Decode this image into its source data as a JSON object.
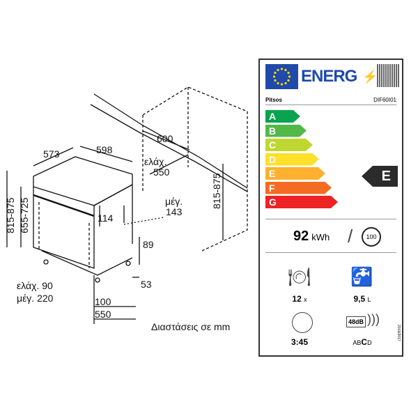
{
  "drawing": {
    "dims": {
      "depth_573": "573",
      "width_598": "598",
      "niche_600": "600",
      "min_label": "ελάχ.",
      "niche_min_550": "550",
      "niche_height": "815-875",
      "max_label": "μέγ.",
      "max_143": "143",
      "panel_114": "114",
      "kick_89": "89",
      "kick_53": "53",
      "depth_100": "100",
      "depth_550": "550",
      "left_height_outer": "815-875",
      "left_height_inner": "655-725",
      "plinth_min": "ελάχ. 90",
      "plinth_max": "μέγ. 220"
    },
    "caption": "Διαστάσεις σε mm"
  },
  "energy_label": {
    "title": "ENERG",
    "brand": "Pitsos",
    "model": "DIF60I01",
    "classes": [
      {
        "letter": "A",
        "color": "#0aa34f"
      },
      {
        "letter": "B",
        "color": "#52b848"
      },
      {
        "letter": "C",
        "color": "#bfd730"
      },
      {
        "letter": "D",
        "color": "#ffe02a"
      },
      {
        "letter": "E",
        "color": "#fdb12f"
      },
      {
        "letter": "F",
        "color": "#f36c21"
      },
      {
        "letter": "G",
        "color": "#ed2224"
      }
    ],
    "rating": "E",
    "energy_value": "92",
    "energy_unit": "kWh",
    "cycles": "100",
    "place_settings": "12",
    "place_settings_unit": "x",
    "water": "9,5",
    "water_unit": "L",
    "duration": "3:45",
    "noise": "48dB",
    "noise_classes_pre": "AB",
    "noise_class": "C",
    "noise_classes_post": "D",
    "regulation": "2019/2017"
  }
}
